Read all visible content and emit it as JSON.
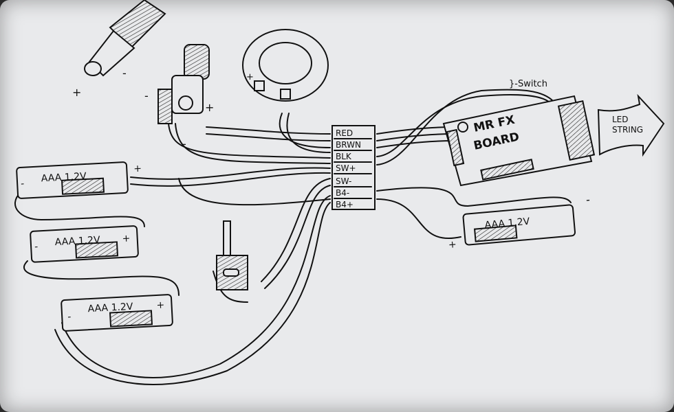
{
  "connector": {
    "pins": [
      "RED",
      "BRWN",
      "BLK",
      "SW+",
      "SW-",
      "B4-",
      "B4+"
    ]
  },
  "board": {
    "line1": "MR FX",
    "line2": "BOARD"
  },
  "switch_label": "}-Switch",
  "led_label": {
    "line1": "LED",
    "line2": "STRING"
  },
  "batteries": [
    {
      "label": "AAA 1.2V",
      "minus": "-",
      "plus": "+"
    },
    {
      "label": "AAA 1.2V",
      "minus": "-",
      "plus": "+"
    },
    {
      "label": "AAA 1.2V",
      "minus": "-",
      "plus": "+"
    },
    {
      "label": "AAA 1.2V",
      "minus": "-",
      "plus": "+"
    }
  ],
  "signs": {
    "plus": "+",
    "minus": "-"
  }
}
